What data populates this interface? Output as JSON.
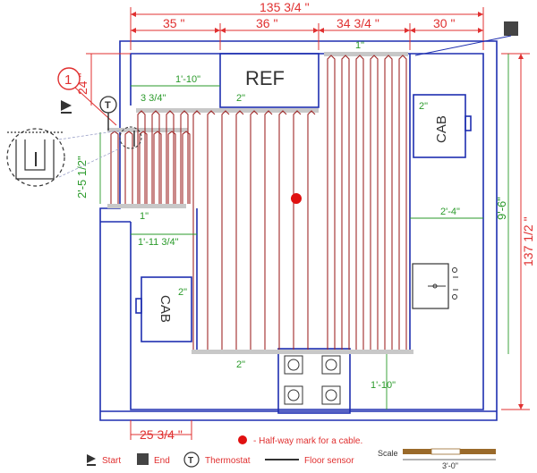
{
  "dimensions": {
    "top_total": "135 3/4 \"",
    "seg1": "35 \"",
    "seg2": "36 \"",
    "seg3": "34 3/4 \"",
    "seg4": "30 \"",
    "left_24": "24 \"",
    "right_total": "137 1/2 \"",
    "bottom_2575": "25 3/4 \""
  },
  "inner_dims": {
    "d1_10_top": "1'-10\"",
    "d3_34": "3 3/4\"",
    "d2_ref": "2\"",
    "d1_topright": "1\"",
    "d2_cabright": "2\"",
    "d2_5_half": "2'-5 1/2\"",
    "d1_left": "1\"",
    "d1_11_34": "1'-11 3/4\"",
    "d2_cableft": "2\"",
    "d2_bottom": "2\"",
    "d2_4": "2'-4\"",
    "d9_6": "9'-6\"",
    "d1_10_bottom": "1'-10\""
  },
  "labels": {
    "ref": "REF",
    "cab_right": "CAB",
    "cab_left": "CAB",
    "callout": "1",
    "thermostat": "T",
    "thermostat_small": "T"
  },
  "legend": {
    "halfway": "- Half-way mark for a cable.",
    "start": "Start",
    "end": "End",
    "thermostat": "Thermostat",
    "floor_sensor": "Floor sensor",
    "scale": "Scale",
    "scale_len": "3'-0\""
  },
  "colors": {
    "wall": "#1e2fb0",
    "cable": "#a02828",
    "dimension": "#e03030",
    "inner_dim": "#2a9a2a",
    "mat": "#c8c8c8",
    "halfway_dot": "#e01010"
  }
}
